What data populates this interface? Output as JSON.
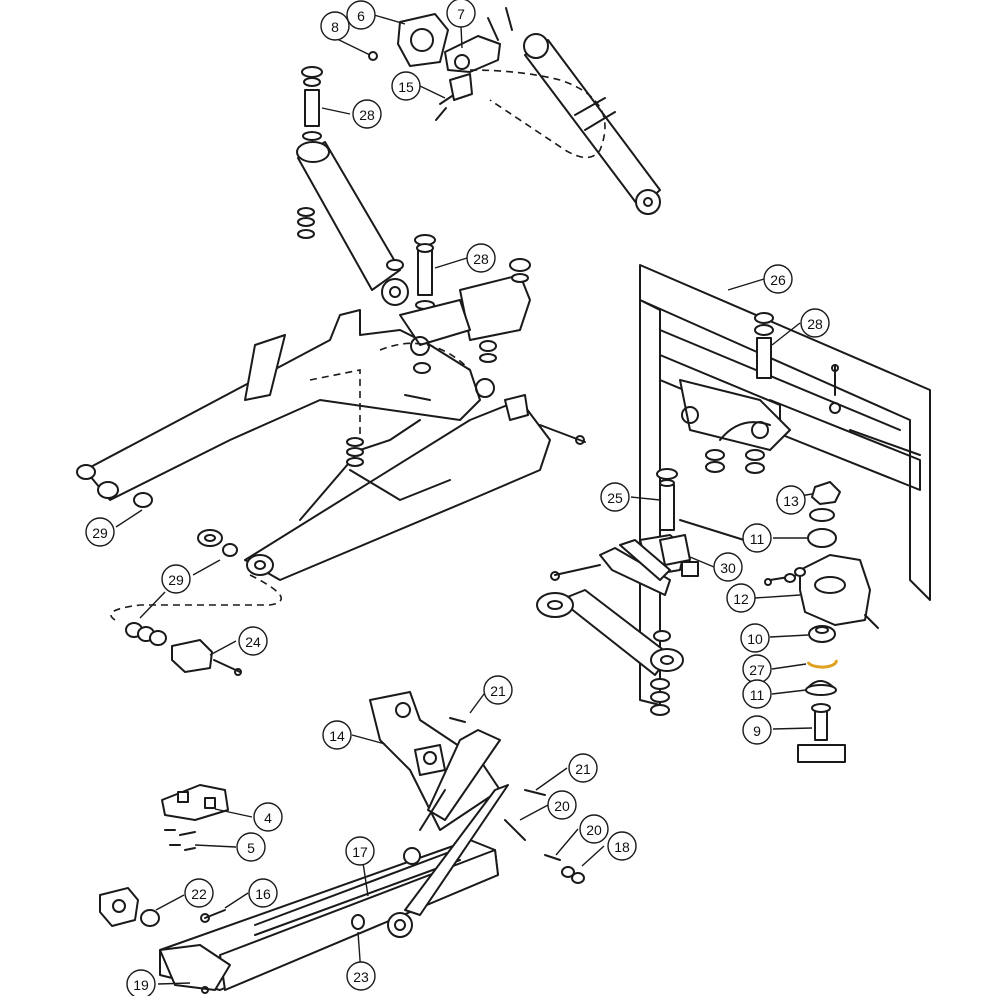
{
  "callouts": [
    {
      "id": "c6",
      "label": "6"
    },
    {
      "id": "c7",
      "label": "7"
    },
    {
      "id": "c8",
      "label": "8"
    },
    {
      "id": "c15",
      "label": "15"
    },
    {
      "id": "c28a",
      "label": "28"
    },
    {
      "id": "c28b",
      "label": "28"
    },
    {
      "id": "c26",
      "label": "26"
    },
    {
      "id": "c28c",
      "label": "28"
    },
    {
      "id": "c25",
      "label": "25"
    },
    {
      "id": "c13",
      "label": "13"
    },
    {
      "id": "c11a",
      "label": "11"
    },
    {
      "id": "c30",
      "label": "30"
    },
    {
      "id": "c12",
      "label": "12"
    },
    {
      "id": "c29a",
      "label": "29"
    },
    {
      "id": "c29b",
      "label": "29"
    },
    {
      "id": "c24",
      "label": "24"
    },
    {
      "id": "c10",
      "label": "10"
    },
    {
      "id": "c27",
      "label": "27"
    },
    {
      "id": "c11b",
      "label": "11"
    },
    {
      "id": "c9",
      "label": "9"
    },
    {
      "id": "c21a",
      "label": "21"
    },
    {
      "id": "c14",
      "label": "14"
    },
    {
      "id": "c21b",
      "label": "21"
    },
    {
      "id": "c4",
      "label": "4"
    },
    {
      "id": "c20a",
      "label": "20"
    },
    {
      "id": "c5",
      "label": "5"
    },
    {
      "id": "c20b",
      "label": "20"
    },
    {
      "id": "c17",
      "label": "17"
    },
    {
      "id": "c18",
      "label": "18"
    },
    {
      "id": "c22",
      "label": "22"
    },
    {
      "id": "c16",
      "label": "16"
    },
    {
      "id": "c23",
      "label": "23"
    },
    {
      "id": "c19",
      "label": "19"
    }
  ],
  "colors": {
    "line": "#1a1a1a",
    "retaining_ring_highlight": "#e0a020"
  }
}
